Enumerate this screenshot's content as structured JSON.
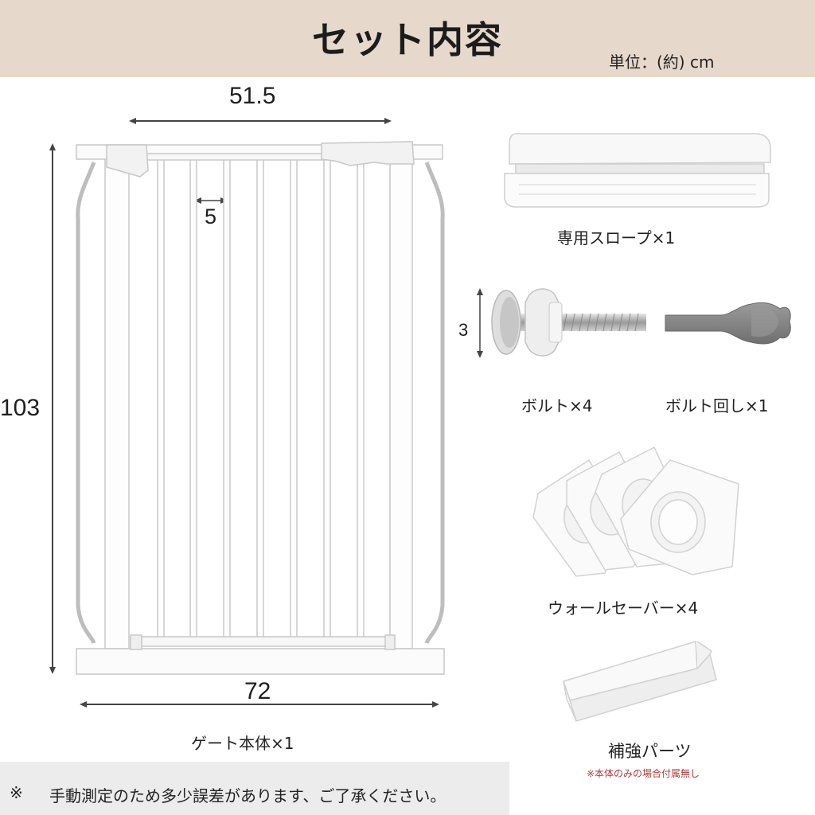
{
  "header": {
    "title": "セット内容",
    "unit": "単位：(約) cm"
  },
  "dimensions": {
    "top_width": "51.5",
    "bar_gap": "5",
    "height": "103",
    "bottom_width": "72",
    "bolt_size": "3"
  },
  "items": {
    "gate": "ゲート本体×1",
    "ramp": "専用スロープ×1",
    "bolt": "ボルト×4",
    "wrench": "ボルト回し×1",
    "wall_saver": "ウォールセーバー×4",
    "reinforcement": "補強パーツ",
    "reinforcement_note": "※本体のみの場合付属無し"
  },
  "footer": {
    "mark": "※",
    "text": "手動測定のため多少誤差があります、ご了承ください。"
  }
}
